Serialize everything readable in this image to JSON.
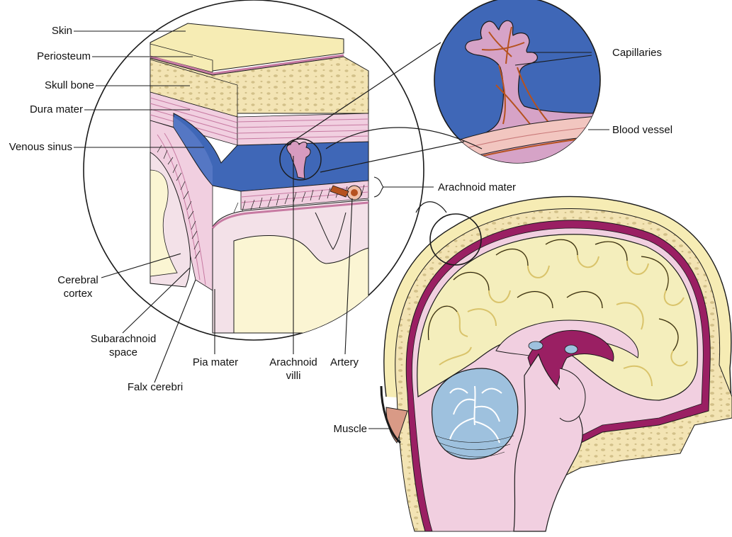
{
  "labels": {
    "skin": "Skin",
    "periosteum": "Periosteum",
    "skull_bone": "Skull bone",
    "dura_mater": "Dura mater",
    "venous_sinus": "Venous sinus",
    "cerebral_cortex_1": "Cerebral",
    "cerebral_cortex_2": "cortex",
    "subarachnoid_space_1": "Subarachnoid",
    "subarachnoid_space_2": "space",
    "falx_cerebri": "Falx cerebri",
    "pia_mater": "Pia mater",
    "arachnoid_villi_1": "Arachnoid",
    "arachnoid_villi_2": "villi",
    "artery": "Artery",
    "capillaries": "Capillaries",
    "blood_vessel": "Blood vessel",
    "arachnoid_mater": "Arachnoid mater",
    "muscle": "Muscle"
  },
  "colors": {
    "skin": "#f6ecb4",
    "bone": "#f3e4b4",
    "bone_pore": "#d2c089",
    "dura": "#f1cfe0",
    "dura_line": "#c77aa2",
    "sinus": "#3f67b7",
    "pia": "#e9bcd6",
    "cortex": "#f3e1e8",
    "white_matter": "#fbf5d3",
    "magenta": "#9a1f63",
    "brain_yellow": "#f4eebc",
    "gyri_line": "#d9c36a",
    "cerebellum": "#9ec1de",
    "vessel": "#b5521f",
    "outline": "#1a1a1a"
  }
}
